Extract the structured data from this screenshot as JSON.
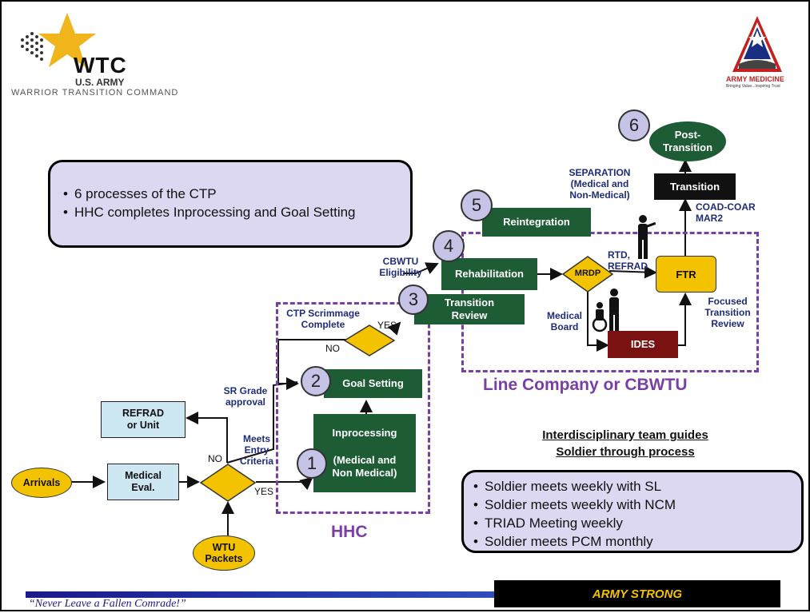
{
  "header": {
    "logo_wtc": "WTC",
    "logo_army": "U.S. ARMY",
    "logo_command": "WARRIOR TRANSITION COMMAND",
    "logo_medicine": "ARMY MEDICINE",
    "logo_medicine_tagline": "Bringing Value...Inspiring Trust"
  },
  "summary_box": {
    "items": [
      "6 processes of the CTP",
      "HHC completes Inprocessing and Goal Setting"
    ]
  },
  "flow": {
    "arrivals": "Arrivals",
    "medical_eval": "Medical Eval.",
    "wtu_packets": "WTU Packets",
    "refrad_unit": "REFRAD or Unit",
    "no_entry": "NO",
    "yes_entry": "YES",
    "meets_entry_criteria": "Meets Entry Criteria",
    "sr_grade_approval": "SR Grade approval",
    "inprocessing_title": "Inprocessing",
    "inprocessing_sub": "(Medical and Non Medical)",
    "goal_setting": "Goal Setting",
    "ctp_scrimmage_complete": "CTP Scrimmage Complete",
    "no_scrimmage": "NO",
    "yes_scrimmage": "YES",
    "transition_review": "Transition Review",
    "cbwtu_eligibility": "CBWTU Eligibility",
    "rehabilitation": "Rehabilitation",
    "reintegration": "Reintegration",
    "mrdp": "MRDP",
    "rtd_refrad": "RTD, REFRAD",
    "medical_board": "Medical Board",
    "ides": "IDES",
    "ftr": "FTR",
    "focused_transition_review": "Focused Transition Review",
    "coad_coar": "COAD-COAR MAR2",
    "transition": "Transition",
    "separation": "SEPARATION (Medical and Non-Medical)",
    "post_transition": "Post-Transition",
    "hhc": "HHC",
    "line_company": "Line Company or CBWTU",
    "numbers": [
      "1",
      "2",
      "3",
      "4",
      "5",
      "6"
    ]
  },
  "team": {
    "heading_line1": "Interdisciplinary team guides",
    "heading_line2": "Soldier through process",
    "items": [
      "Soldier meets weekly with SL",
      "Soldier meets weekly with NCM",
      "TRIAD Meeting weekly",
      "Soldier meets PCM monthly"
    ]
  },
  "footer": {
    "motto": "“Never Leave a Fallen Comrade!”",
    "army_strong": "ARMY STRONG"
  },
  "colors": {
    "process_green": "#1e5c36",
    "decision_yellow": "#f3c300",
    "number_lavender": "#c5c3e6",
    "dashed_purple": "#7a3fa6",
    "label_navy": "#1f2c7a",
    "ides_red": "#7a1212"
  }
}
